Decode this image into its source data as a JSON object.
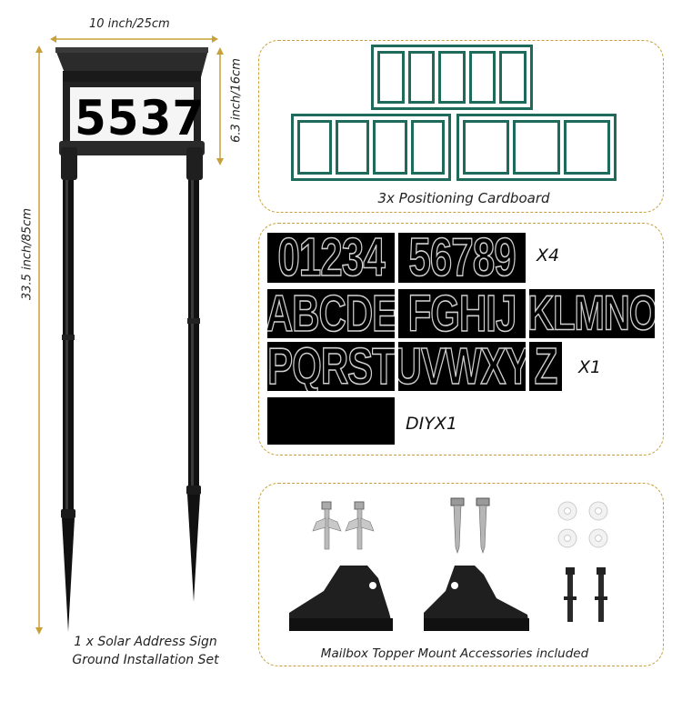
{
  "dimensions": {
    "width_label": "10 inch/25cm",
    "sign_height_label": "6.3 inch/16cm",
    "total_height_label": "33.5 inch/85cm",
    "accent_color": "#c8a03a"
  },
  "sign": {
    "house_number": "5537",
    "caption_line1": "1 x Solar Address Sign",
    "caption_line2": "Ground Installation Set"
  },
  "cardboard_panel": {
    "caption": "3x Positioning Cardboard",
    "frame_color": "#1e6b5c"
  },
  "stickers_panel": {
    "rows": [
      {
        "tiles": [
          "01234",
          "56789"
        ],
        "label": "X4"
      },
      {
        "tiles": [
          "ABCDE",
          "FGHIJ",
          "KLMNO"
        ],
        "label": ""
      },
      {
        "tiles": [
          "PQRST",
          "UVWXY",
          "Z"
        ],
        "label": "X1"
      }
    ],
    "diy_label": "DIYX1"
  },
  "accessories_panel": {
    "caption": "Mailbox Topper Mount Accessories included"
  }
}
